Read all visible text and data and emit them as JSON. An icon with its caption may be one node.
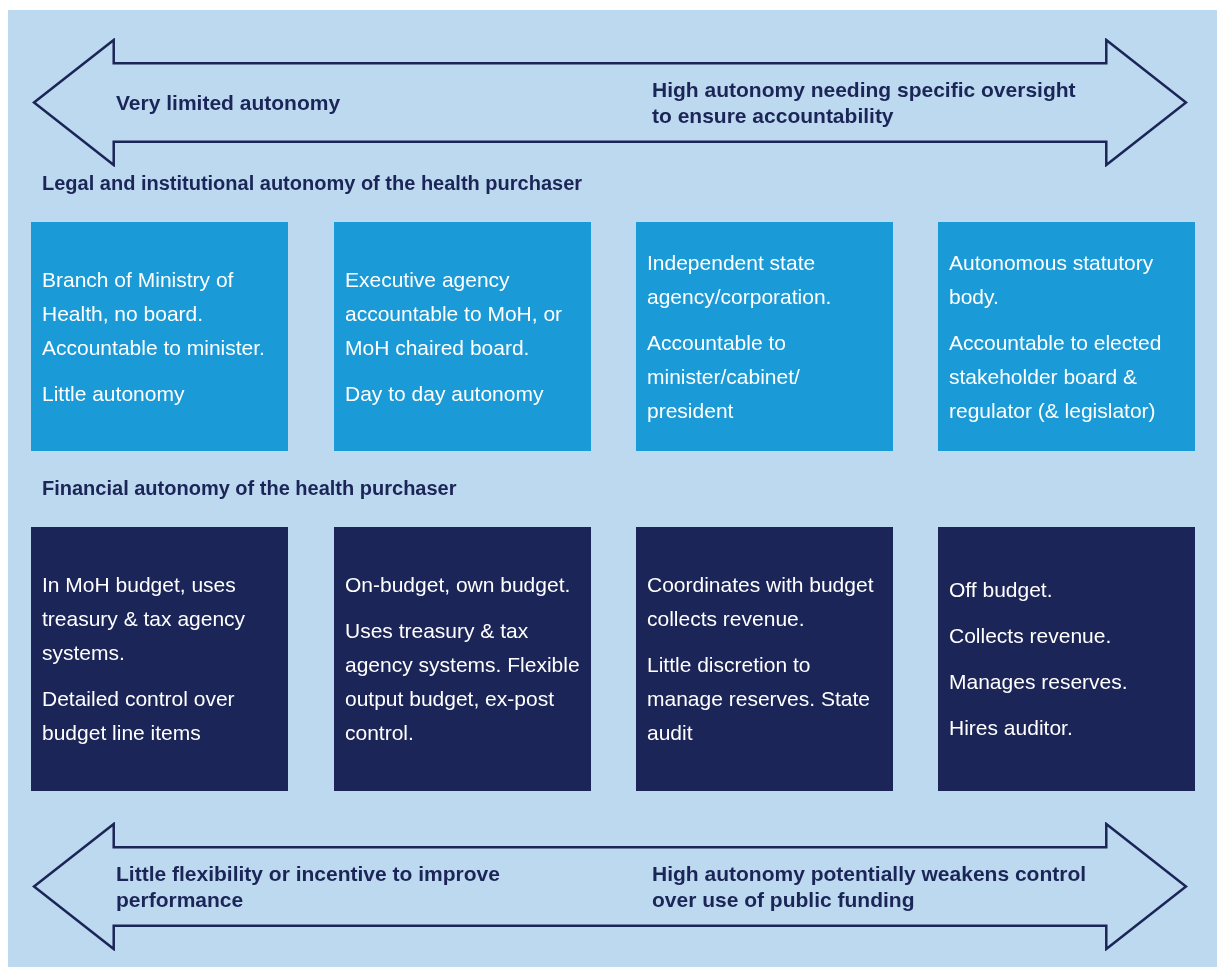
{
  "diagram": {
    "nodes": [
      {
        "text": [
          "Very limited autonomy",
          "High autonomy needing specific oversight to ensure accountability"
        ]
      },
      {
        "text": [
          "Branch of Ministry of Health, no board. Accountable to minister.",
          "Little autonomy"
        ]
      },
      {
        "text": [
          "Executive agency accountable to MoH, or MoH chaired board.",
          "Day to day autonomy"
        ]
      },
      {
        "text": [
          "Independent state agency/corporation.",
          "Accountable to minister/cabinet/ president"
        ]
      },
      {
        "text": [
          "Autonomous statutory body.",
          "Accountable to elected stakeholder board & regulator (& legislator)"
        ]
      },
      {
        "text": [
          "In MoH budget, uses treasury & tax agency systems.",
          "Detailed control over budget line items"
        ]
      },
      {
        "text": [
          "On-budget, own budget.",
          "Uses treasury & tax agency systems. Flexible output budget, ex-post control."
        ]
      },
      {
        "text": [
          "Coordinates with budget collects revenue.",
          "Little discretion to manage reserves. State audit"
        ]
      },
      {
        "text": [
          "Off budget.",
          "Collects revenue.",
          "Manages reserves.",
          "Hires auditor."
        ]
      },
      {
        "text": [
          "Little flexibility or incentive to improve performance",
          "High autonomy potentially weakens control over use of public funding"
        ]
      }
    ],
    "labels": [
      "Legal and institutional autonomy of the health purchaser",
      "Financial autonomy of the health purchaser"
    ]
  }
}
